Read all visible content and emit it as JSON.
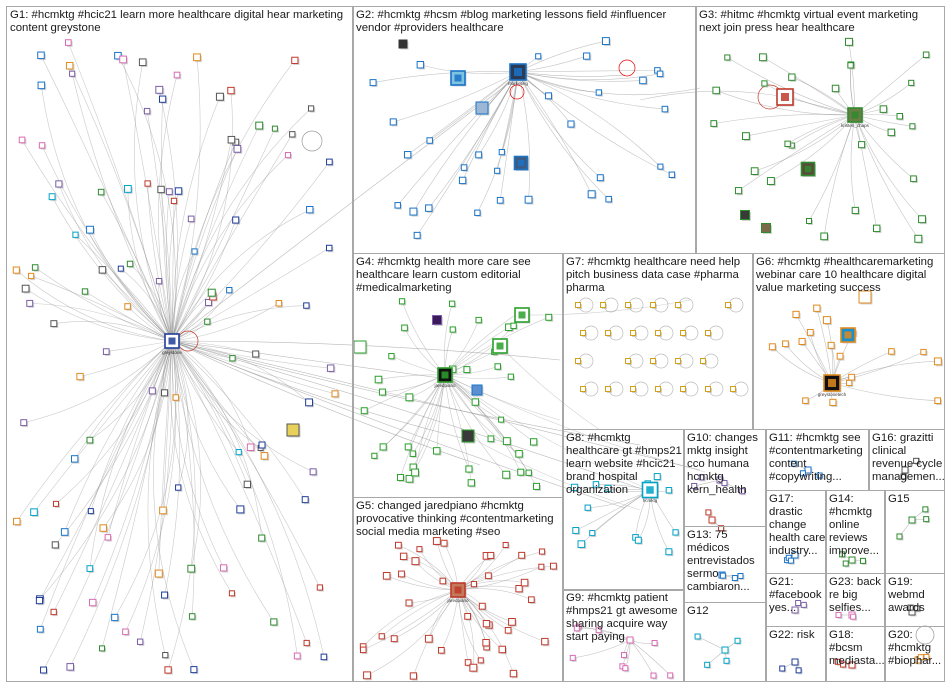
{
  "groups": [
    {
      "id": "G1",
      "label": "G1: #hcmktg #hcic21 learn more healthcare digital hear marketing content greystone"
    },
    {
      "id": "G2",
      "label": "G2: #hcmktg #hcsm #blog marketing lessons field #influencer vendor #providers healthcare"
    },
    {
      "id": "G3",
      "label": "G3: #hitmc #hcmktg virtual event marketing next join press hear healthcare"
    },
    {
      "id": "G4",
      "label": "G4: #hcmktg health more care see healthcare learn custom editorial #medicalmarketing"
    },
    {
      "id": "G5",
      "label": "G5: changed jaredpiano #hcmktg provocative thinking #contentmarketing social media marketing #seo"
    },
    {
      "id": "G6",
      "label": "G6: #hcmktg #healthcaremarketing webinar care 10 healthcare digital value marketing success"
    },
    {
      "id": "G7",
      "label": "G7: #hcmktg healthcare need help pitch business data case #pharma pharma"
    },
    {
      "id": "G8",
      "label": "G8: #hcmktg healthcare gt #hmps21 learn website #hcic21 brand hospital organization"
    },
    {
      "id": "G9",
      "label": "G9: #hcmktg patient #hmps21 gt awesome sharing acquire way start paying"
    },
    {
      "id": "G10",
      "label": "G10: changes mktg insight cco humana hcmktg kern_health"
    },
    {
      "id": "G11",
      "label": "G11: #hcmktg see #contentmarketing content #copywriting..."
    },
    {
      "id": "G12",
      "label": "G12"
    },
    {
      "id": "G13",
      "label": "G13: 75 médicos entrevistados sermo cambiaron..."
    },
    {
      "id": "G14",
      "label": "G14: #hcmktg online reviews improve..."
    },
    {
      "id": "G15",
      "label": "G15"
    },
    {
      "id": "G16",
      "label": "G16: grazitti clinical revenue cycle managemen..."
    },
    {
      "id": "G17",
      "label": "G17: drastic change health care industry..."
    },
    {
      "id": "G18",
      "label": "G18: #bcsm mediasta..."
    },
    {
      "id": "G19",
      "label": "G19: webmd awards"
    },
    {
      "id": "G20",
      "label": "G20: #hcmktg #biophar..."
    },
    {
      "id": "G21",
      "label": "G21: #facebook yes..."
    },
    {
      "id": "G22",
      "label": "G22: risk"
    },
    {
      "id": "G23",
      "label": "G23: back re big selfies..."
    }
  ],
  "node_labels": {
    "hub_g1": "greystone",
    "hub_g2": "marketing",
    "hub_g3": "kristen_chaps",
    "hub_g4": "jaredpiano",
    "hub_g5": "jaredpiano",
    "hub_g6": "greystonetech",
    "hub_g8": "hcmktg"
  },
  "colors": {
    "edge": "#8a8a8a",
    "g1": "#1f3d99",
    "g2": "#1a73c7",
    "g3": "#2e8b2e",
    "g4": "#2aa02a",
    "g5": "#c0392b",
    "g6": "#e08a1e",
    "g7": "#d4a017",
    "g8": "#00a2c8",
    "g9": "#d86cb3",
    "misc": "#7b5ea7"
  }
}
